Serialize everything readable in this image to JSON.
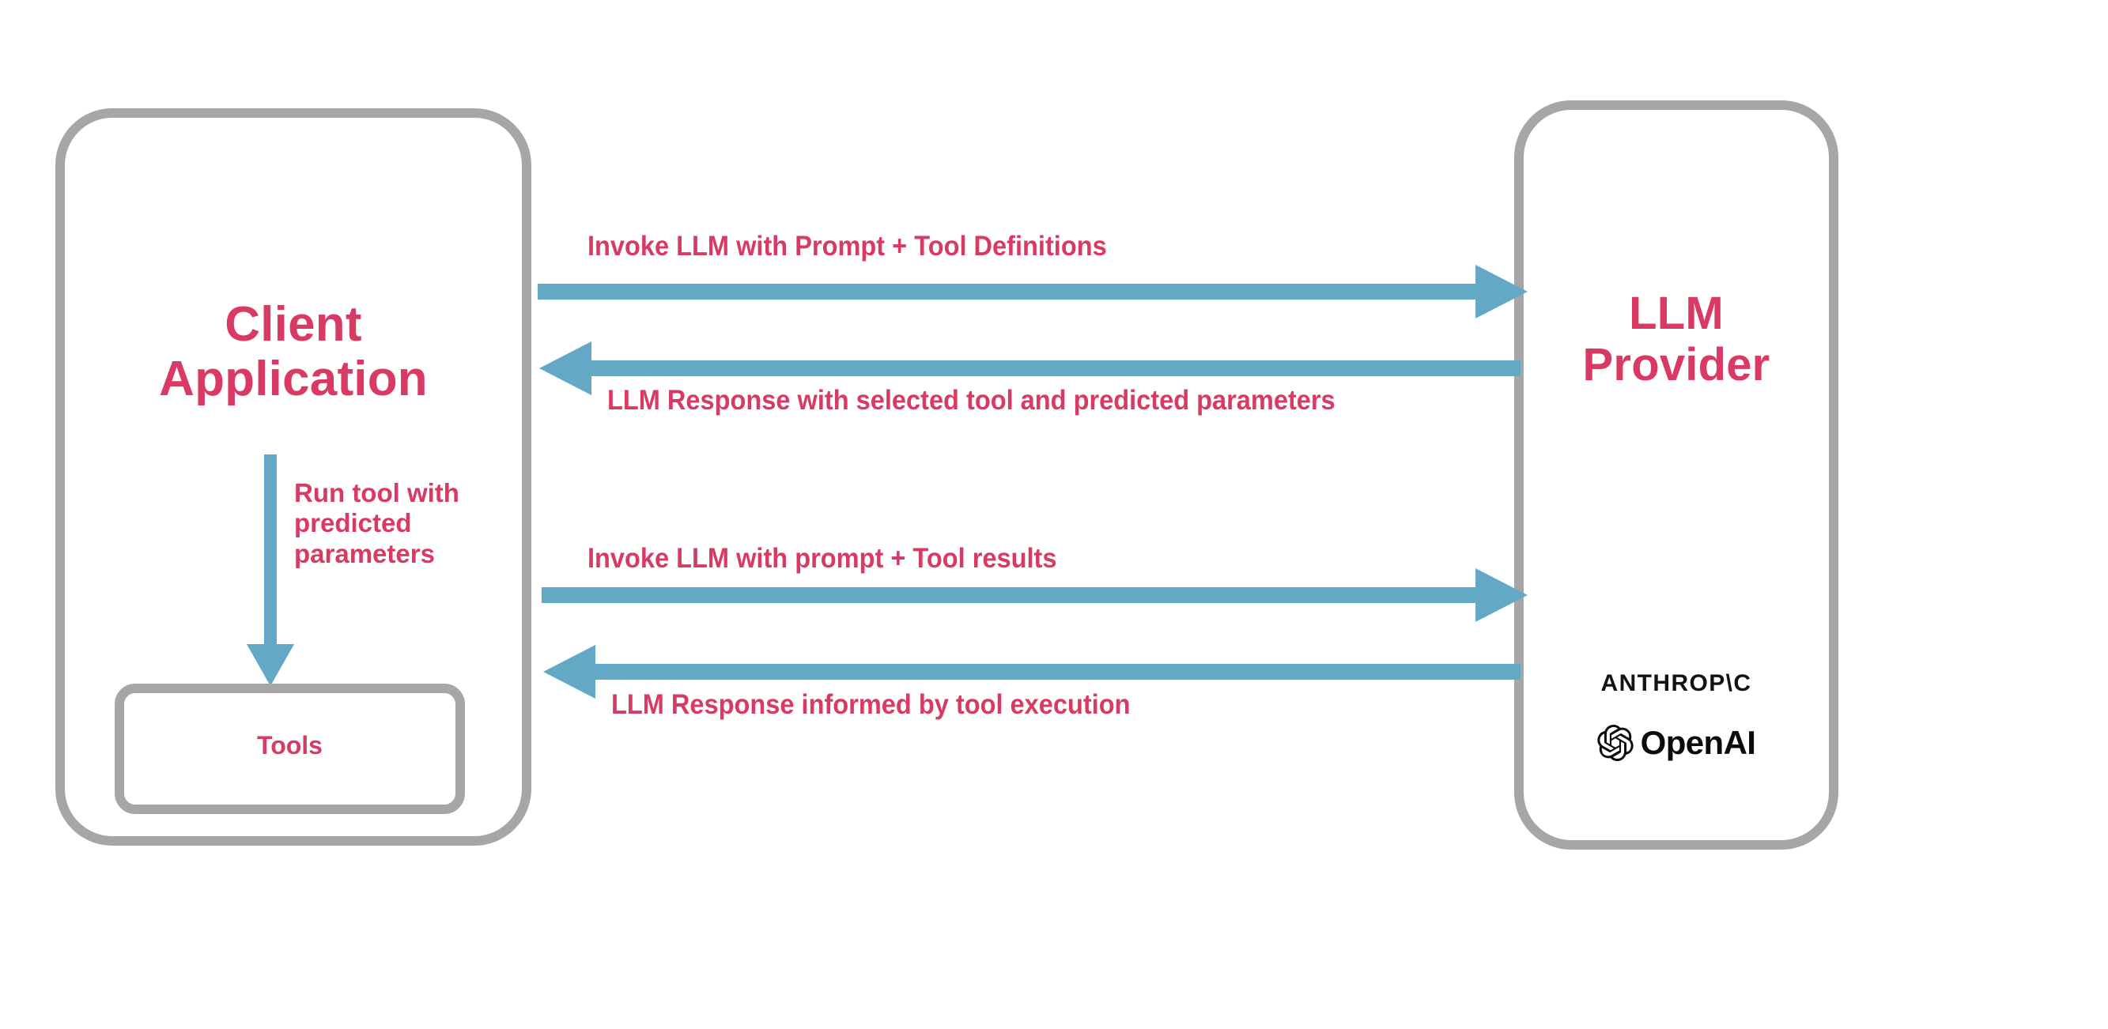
{
  "diagram": {
    "title": "LLM tool-calling flow between Client Application and LLM Provider",
    "colors": {
      "arrow_blue": "#63a8c4",
      "label_crimson": "#d93a63",
      "box_border_gray": "#a6a6a6",
      "logo_black": "#0b0b0b",
      "background": "#ffffff"
    }
  },
  "client": {
    "title": "Client\nApplication",
    "tools_label": "Tools",
    "internal_flow_label": "Run tool with\npredicted\nparameters"
  },
  "provider": {
    "title": "LLM\nProvider",
    "logos": [
      {
        "name": "anthropic-logo",
        "text": "ANTHROP\\C"
      },
      {
        "name": "openai-logo",
        "text": "OpenAI"
      }
    ]
  },
  "flows": [
    {
      "id": "flow-1",
      "direction": "right",
      "label": "Invoke LLM with Prompt + Tool Definitions"
    },
    {
      "id": "flow-2",
      "direction": "left",
      "label": "LLM Response with selected tool and predicted parameters"
    },
    {
      "id": "flow-3",
      "direction": "right",
      "label": "Invoke LLM with prompt + Tool results"
    },
    {
      "id": "flow-4",
      "direction": "left",
      "label": "LLM Response informed by tool execution"
    }
  ]
}
